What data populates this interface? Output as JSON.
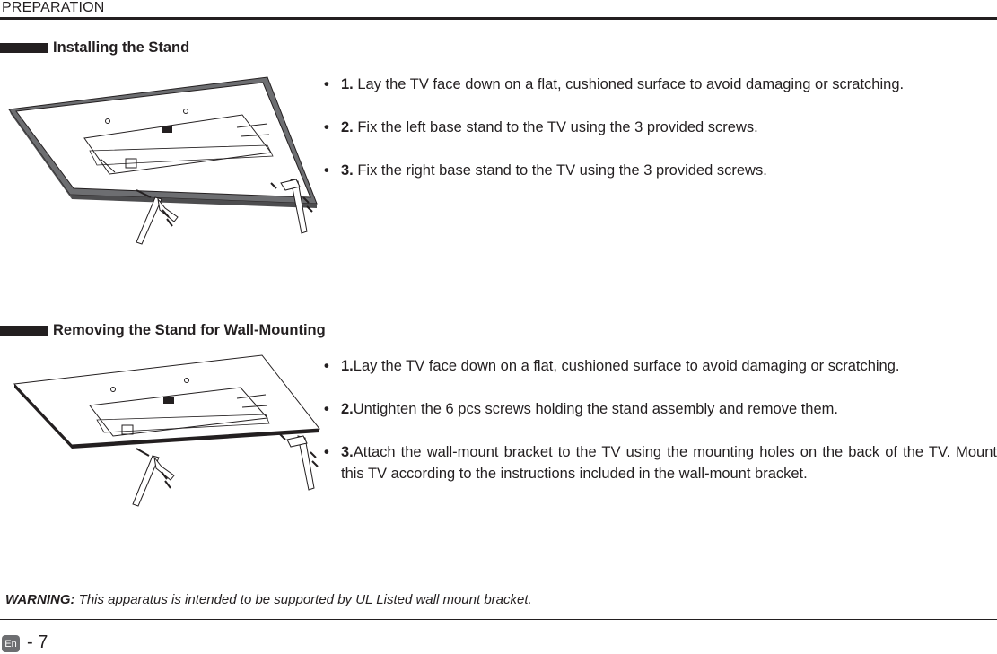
{
  "header": {
    "title": "PREPARATION"
  },
  "sections": [
    {
      "title": "Installing the Stand",
      "steps": [
        {
          "num": "1.",
          "text": " Lay the TV face down on a flat, cushioned surface to avoid damaging or scratching."
        },
        {
          "num": "2.",
          "text": " Fix the left base stand to the TV using the 3 provided screws."
        },
        {
          "num": "3.",
          "text": " Fix the right base stand to the TV using the 3 provided screws."
        }
      ]
    },
    {
      "title": "Removing the Stand for Wall-Mounting",
      "steps": [
        {
          "num": "1.",
          "text": "Lay the TV face down on a flat, cushioned surface to avoid damaging or scratching."
        },
        {
          "num": "2.",
          "text": "Untighten the 6 pcs screws holding the stand assembly and remove them."
        },
        {
          "num": "3.",
          "text": "Attach the wall-mount bracket to the TV using the mounting holes on the back of the TV. Mount this TV according to the instructions included in the wall-mount bracket."
        }
      ]
    }
  ],
  "bullet": "•",
  "warning": {
    "label": "WARNING:",
    "text": " This apparatus is intended to be supported by UL Listed wall mount bracket."
  },
  "footer": {
    "lang": "En",
    "page": "- 7"
  },
  "colors": {
    "ink": "#231f20",
    "frame": "#6d6e71",
    "badge": "#6d6e71"
  }
}
